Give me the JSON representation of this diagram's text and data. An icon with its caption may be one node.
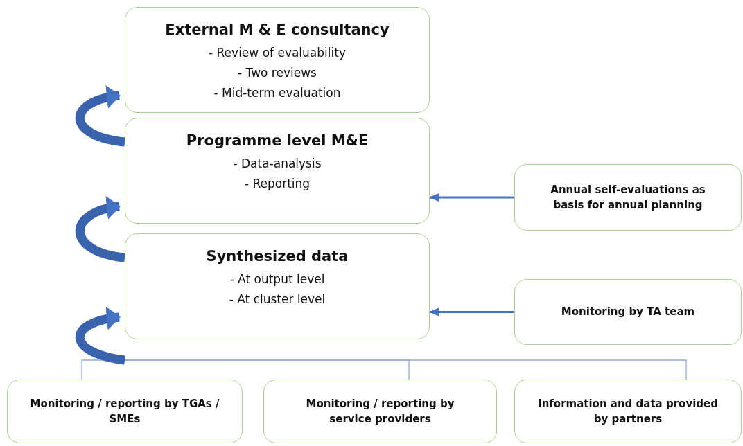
{
  "diagram": {
    "nodes": [
      {
        "text": [
          "External M & E consultancy",
          "- Review of evaluability",
          "- Two reviews",
          "- Mid-term evaluation"
        ]
      },
      {
        "text": [
          "Programme level M&E",
          "- Data-analysis",
          "- Reporting"
        ]
      },
      {
        "text": [
          "Synthesized data",
          "- At output level",
          "- At cluster level"
        ]
      },
      {
        "text": [
          "Annual self-evaluations as basis for annual planning"
        ]
      },
      {
        "text": [
          "Monitoring by TA team"
        ]
      },
      {
        "text": [
          "Monitoring / reporting by TGAs / SMEs"
        ]
      },
      {
        "text": [
          "Monitoring / reporting by service providers"
        ]
      },
      {
        "text": [
          "Information and data provided by partners"
        ]
      }
    ],
    "edges": [
      {
        "from": 1,
        "to": 0,
        "arrow": "to",
        "style": "thick"
      },
      {
        "from": 2,
        "to": 1,
        "arrow": "to",
        "style": "thick"
      },
      {
        "from": 3,
        "to": 1,
        "arrow": "to"
      },
      {
        "from": 4,
        "to": 2,
        "arrow": "to"
      },
      {
        "from": 5,
        "to": 2,
        "arrow": "to"
      },
      {
        "from": 6,
        "to": 2,
        "arrow": "to"
      },
      {
        "from": 7,
        "to": 2,
        "arrow": "to"
      }
    ]
  }
}
